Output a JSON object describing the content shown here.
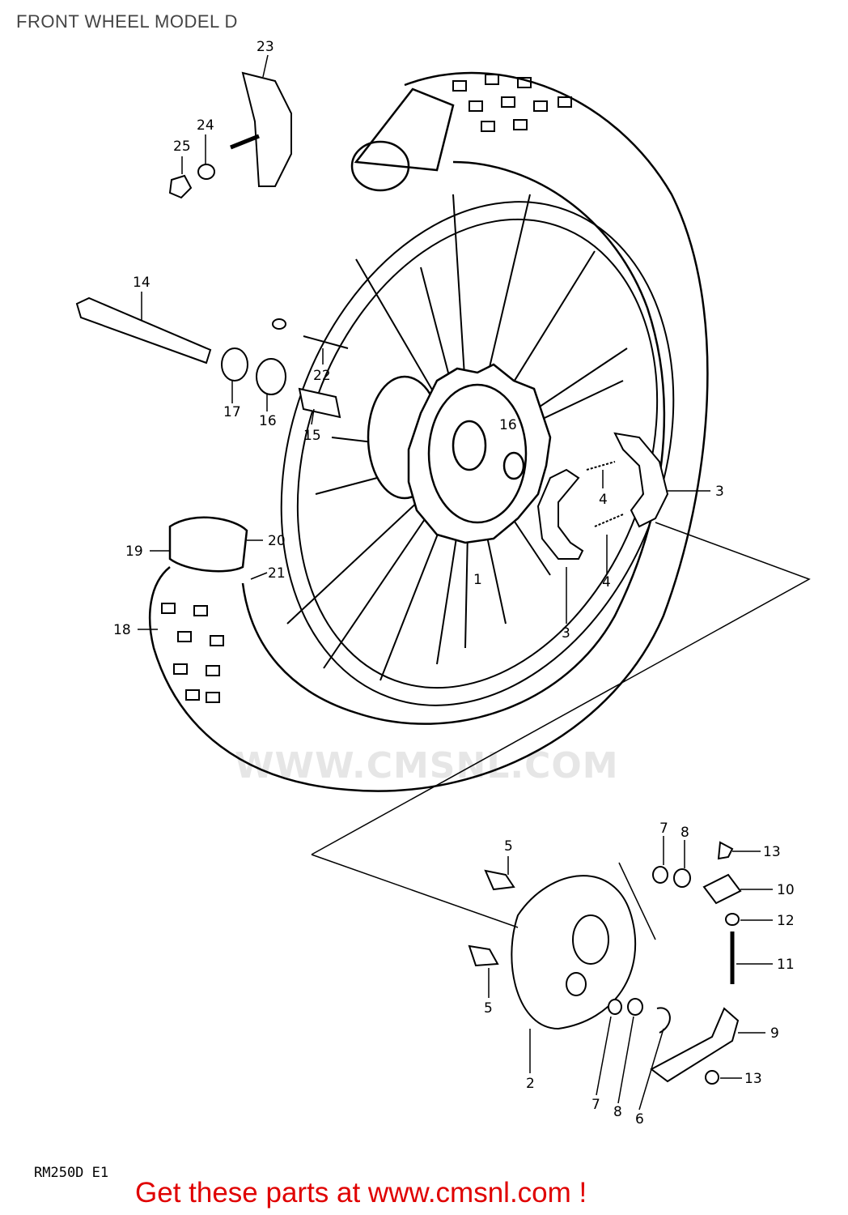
{
  "title": "FRONT WHEEL MODEL D",
  "watermark": "WWW.CMSNL.COM",
  "model_code": "RM250D E1",
  "cta": "Get these parts at www.cmsnl.com !",
  "callouts": [
    {
      "id": "c23",
      "text": "23"
    },
    {
      "id": "c24",
      "text": "24"
    },
    {
      "id": "c25",
      "text": "25"
    },
    {
      "id": "c14",
      "text": "14"
    },
    {
      "id": "c22",
      "text": "22"
    },
    {
      "id": "c17",
      "text": "17"
    },
    {
      "id": "c16a",
      "text": "16"
    },
    {
      "id": "c15",
      "text": "15"
    },
    {
      "id": "c16b",
      "text": "16"
    },
    {
      "id": "c4a",
      "text": "4"
    },
    {
      "id": "c3a",
      "text": "3"
    },
    {
      "id": "c4b",
      "text": "4"
    },
    {
      "id": "c19",
      "text": "19"
    },
    {
      "id": "c20",
      "text": "20"
    },
    {
      "id": "c21",
      "text": "21"
    },
    {
      "id": "c1",
      "text": "1"
    },
    {
      "id": "c3b",
      "text": "3"
    },
    {
      "id": "c18",
      "text": "18"
    },
    {
      "id": "c5a",
      "text": "5"
    },
    {
      "id": "c7a",
      "text": "7"
    },
    {
      "id": "c8a",
      "text": "8"
    },
    {
      "id": "c13a",
      "text": "13"
    },
    {
      "id": "c10",
      "text": "10"
    },
    {
      "id": "c12",
      "text": "12"
    },
    {
      "id": "c11",
      "text": "11"
    },
    {
      "id": "c5b",
      "text": "5"
    },
    {
      "id": "c9",
      "text": "9"
    },
    {
      "id": "c2",
      "text": "2"
    },
    {
      "id": "c13b",
      "text": "13"
    },
    {
      "id": "c7b",
      "text": "7"
    },
    {
      "id": "c8b",
      "text": "8"
    },
    {
      "id": "c6",
      "text": "6"
    }
  ]
}
